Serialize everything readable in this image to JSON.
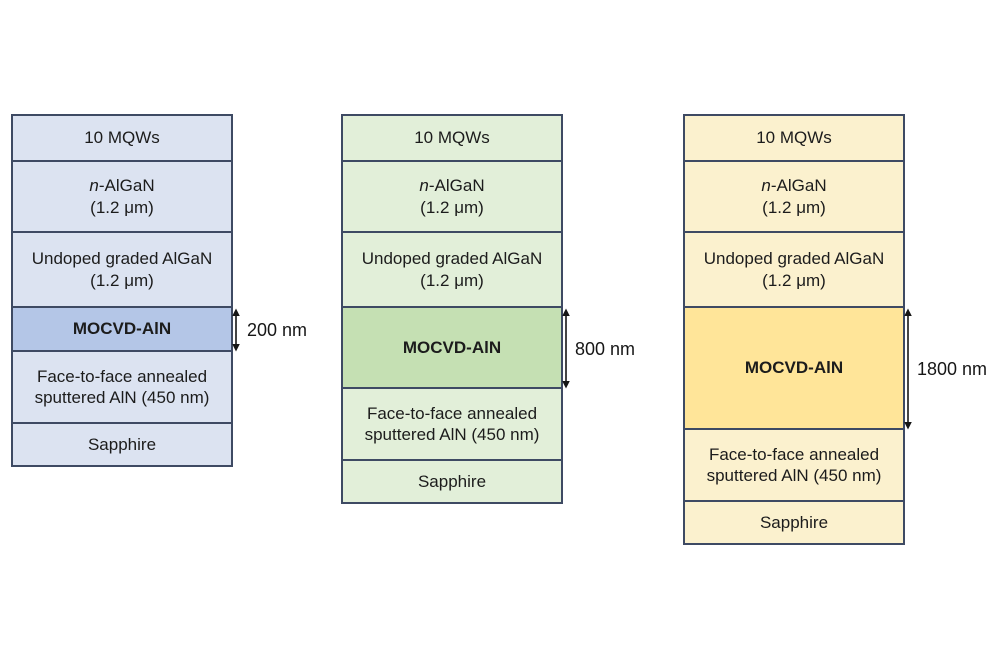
{
  "palette": {
    "outline": "#3E4A63",
    "text": "#1C1C1C",
    "background": "#FFFFFF"
  },
  "stacks": [
    {
      "name": "mocvd-200nm-stack",
      "colors": {
        "layer_fill": "#DCE3F1",
        "mocvd_fill": "#B4C6E7"
      },
      "annotation": "200 nm",
      "layers": {
        "mqw": "10 MQWs",
        "n_algan_prefix": "n",
        "n_algan_rest": "-AlGaN",
        "n_algan_thickness": "(1.2 μm)",
        "graded_line1": "Undoped graded AlGaN",
        "graded_line2": "(1.2 μm)",
        "mocvd": "MOCVD-AlN",
        "f2f_line1": "Face-to-face annealed",
        "f2f_line2": "sputtered AlN (450 nm)",
        "substrate": "Sapphire"
      }
    },
    {
      "name": "mocvd-800nm-stack",
      "colors": {
        "layer_fill": "#E2EFD9",
        "mocvd_fill": "#C5E0B3"
      },
      "annotation": "800 nm",
      "layers": {
        "mqw": "10 MQWs",
        "n_algan_prefix": "n",
        "n_algan_rest": "-AlGaN",
        "n_algan_thickness": "(1.2 μm)",
        "graded_line1": "Undoped graded AlGaN",
        "graded_line2": "(1.2 μm)",
        "mocvd": "MOCVD-AlN",
        "f2f_line1": "Face-to-face annealed",
        "f2f_line2": "sputtered AlN (450 nm)",
        "substrate": "Sapphire"
      }
    },
    {
      "name": "mocvd-1800nm-stack",
      "colors": {
        "layer_fill": "#FBF1CE",
        "mocvd_fill": "#FFE599"
      },
      "annotation": "1800 nm",
      "layers": {
        "mqw": "10 MQWs",
        "n_algan_prefix": "n",
        "n_algan_rest": "-AlGaN",
        "n_algan_thickness": "(1.2 μm)",
        "graded_line1": "Undoped graded AlGaN",
        "graded_line2": "(1.2 μm)",
        "mocvd": "MOCVD-AlN",
        "f2f_line1": "Face-to-face annealed",
        "f2f_line2": "sputtered AlN (450 nm)",
        "substrate": "Sapphire"
      }
    }
  ]
}
